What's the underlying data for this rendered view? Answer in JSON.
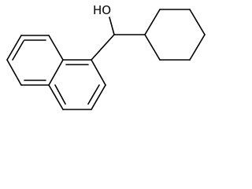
{
  "structure": {
    "atom_labels": {
      "hydroxyl": "HO"
    },
    "rings": [
      "naphthalene",
      "cyclohexane"
    ],
    "colors": {
      "bond": "#000000",
      "label": "#000000",
      "background": "#ffffff"
    }
  }
}
